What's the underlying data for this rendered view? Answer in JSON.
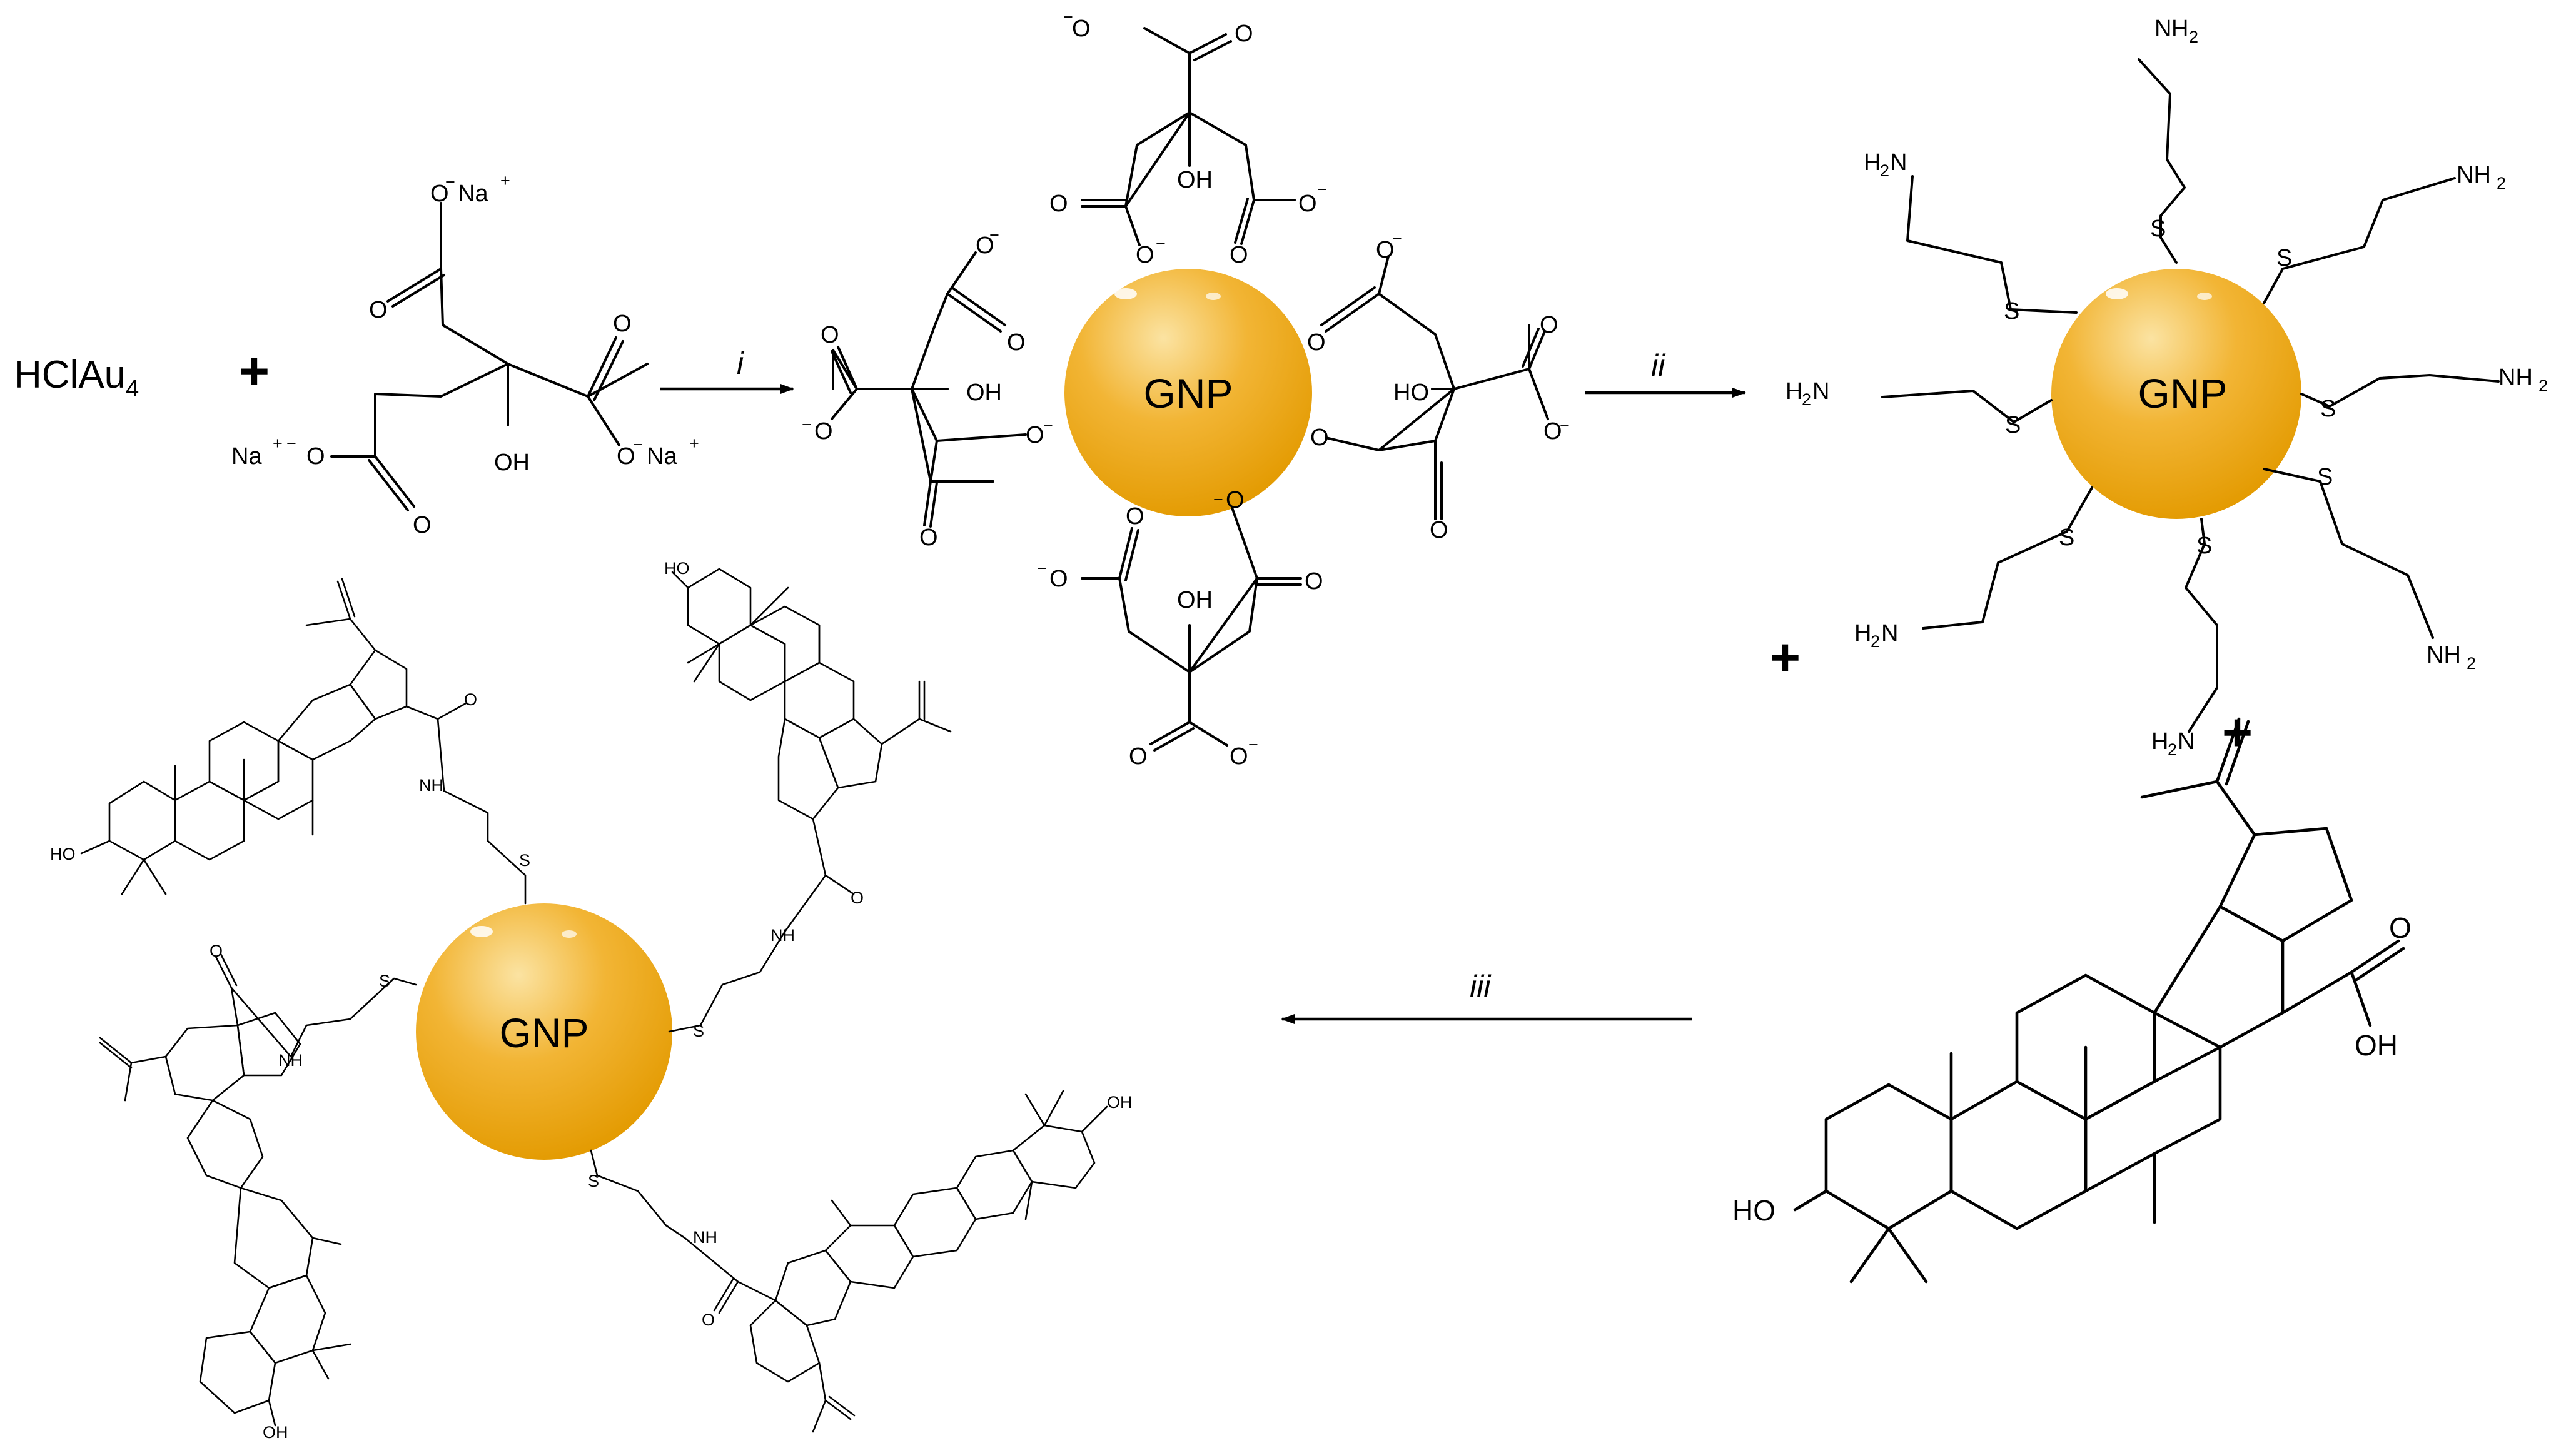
{
  "reactant": {
    "main": "HClAu",
    "sub": "4"
  },
  "plus": "+",
  "steps": {
    "i": "i",
    "ii": "ii",
    "iii": "iii"
  },
  "nanoparticle": "GNP",
  "labels": {
    "O": "O",
    "OH": "OH",
    "HO": "HO",
    "N": "N",
    "H2": "H",
    "two": "2",
    "Na": "Na",
    "S": "S",
    "NH": "NH",
    "minus": "−",
    "plus_charge": "+"
  },
  "colors": {
    "gold_light": "#f9d98a",
    "gold_mid": "#f2b535",
    "gold_dark": "#e39a00"
  }
}
